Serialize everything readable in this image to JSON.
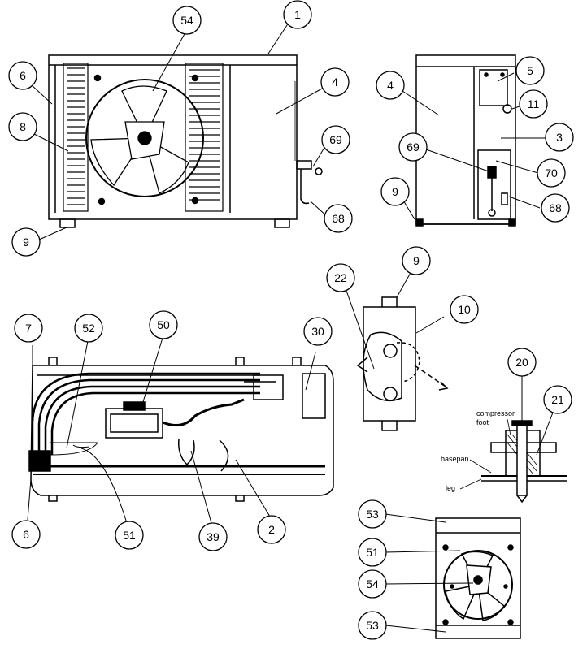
{
  "callouts": {
    "c1": "1",
    "c54a": "54",
    "c6a": "6",
    "c4a": "4",
    "c8": "8",
    "c69a": "69",
    "c68a": "68",
    "c9a": "9",
    "c5": "5",
    "c4b": "4",
    "c11": "11",
    "c3": "3",
    "c69b": "69",
    "c70": "70",
    "c9b": "9",
    "c68b": "68",
    "c7": "7",
    "c52": "52",
    "c50": "50",
    "c30": "30",
    "c6b": "6",
    "c51a": "51",
    "c39": "39",
    "c2": "2",
    "c22": "22",
    "c9c": "9",
    "c10": "10",
    "c20": "20",
    "c21": "21",
    "c53a": "53",
    "c51b": "51",
    "c54b": "54",
    "c53b": "53"
  },
  "labels": {
    "compressor_foot_1": "compressor",
    "compressor_foot_2": "foot",
    "basepan": "basepan",
    "leg": "leg"
  }
}
